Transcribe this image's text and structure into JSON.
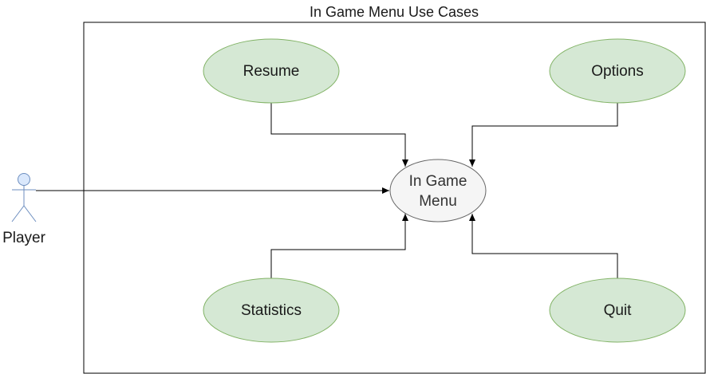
{
  "diagram": {
    "title": "In Game Menu Use Cases",
    "actor": {
      "label": "Player",
      "icon": "stick-figure-actor"
    },
    "center_use_case": {
      "line1": "In Game",
      "line2": "Menu"
    },
    "use_cases": {
      "resume": "Resume",
      "options": "Options",
      "statistics": "Statistics",
      "quit": "Quit"
    },
    "colors": {
      "use_case_fill": "#d5e8d4",
      "use_case_stroke": "#82b366",
      "center_fill": "#f5f5f5",
      "center_stroke": "#666666",
      "actor_fill": "#dae8fc",
      "actor_stroke": "#6c8ebf",
      "line": "#000000"
    }
  }
}
